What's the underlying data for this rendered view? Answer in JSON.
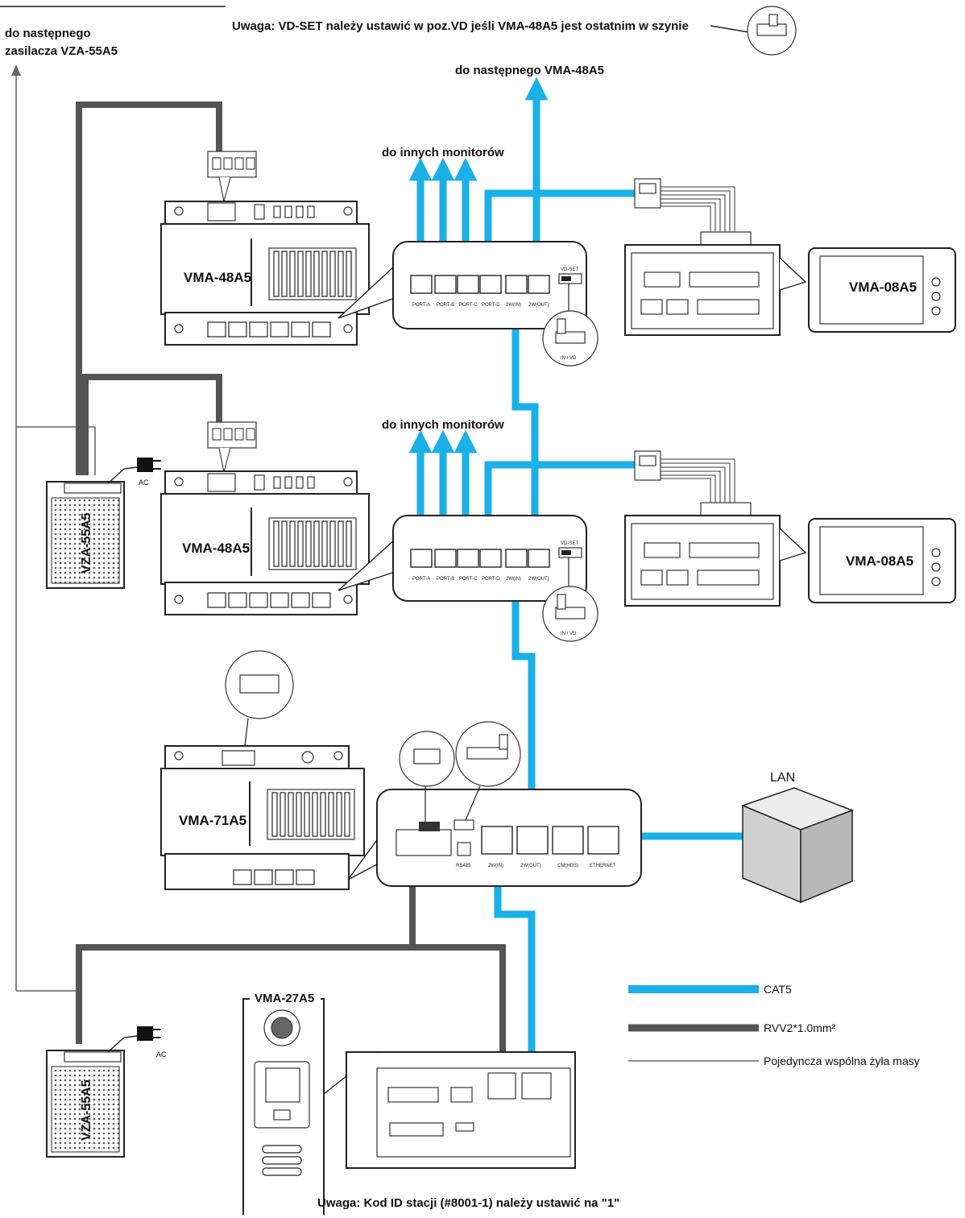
{
  "notes": {
    "top_left": [
      "do następnego",
      "zasilacza VZA-55A5"
    ],
    "top_center": "Uwaga: VD-SET należy ustawić w poz.VD jeśli VMA-48A5 jest ostatnim w szynie",
    "next_module": "do następnego  VMA-48A5",
    "other_monitors_1": "do innych monitorów",
    "other_monitors_2": "do innych monitorów",
    "bottom": "Uwaga: Kod ID stacji (#8001-1) należy ustawić na \"1\""
  },
  "devices": {
    "distributor_1": "VMA-48A5",
    "distributor_2": "VMA-48A5",
    "controller": "VMA-71A5",
    "monitor_1": "VMA-08A5",
    "monitor_2": "VMA-08A5",
    "psu_1": "VZA-55A5",
    "psu_2": "VZA-55A5",
    "door_station": "VMA-27A5",
    "lan": "LAN",
    "ac_1": "AC",
    "ac_2": "AC"
  },
  "port_labels": {
    "distributor": [
      "PORT-A",
      "PORT-B",
      "PORT-C",
      "PORT-D",
      "2W(IN)",
      "2W(OUT)"
    ],
    "controller": [
      "2W(IN)",
      "2W(OUT)",
      "CM(HDS)",
      "ETHERNET"
    ],
    "controller_misc": [
      "RS485"
    ],
    "vd_set": "VD-SET",
    "switch_pos": "IN / VD"
  },
  "legend": [
    {
      "label": "CAT5",
      "color": "#1ab0e8",
      "kind": "thick"
    },
    {
      "label": "RVV2*1.0mm²",
      "color": "#555555",
      "kind": "thick"
    },
    {
      "label": "Pojedyncza wspólna żyła masy",
      "color": "#444444",
      "kind": "thin"
    }
  ],
  "colors": {
    "cat5": "#1ab0e8",
    "rvv": "#555555",
    "lan_box": "#d8d8d8"
  }
}
